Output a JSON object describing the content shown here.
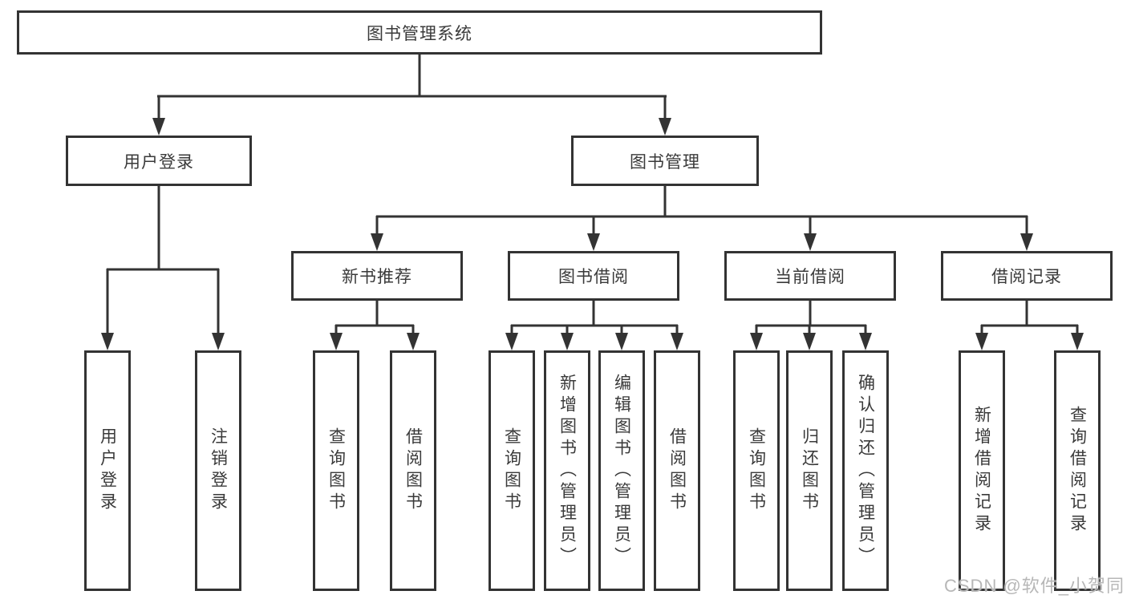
{
  "tree": {
    "label": "图书管理系统",
    "children": [
      {
        "label": "用户登录",
        "children": [
          {
            "label": "用户登录"
          },
          {
            "label": "注销登录"
          }
        ]
      },
      {
        "label": "图书管理",
        "children": [
          {
            "label": "新书推荐",
            "children": [
              {
                "label": "查询图书"
              },
              {
                "label": "借阅图书"
              }
            ]
          },
          {
            "label": "图书借阅",
            "children": [
              {
                "label": "查询图书"
              },
              {
                "label": "新增图书（管理员）"
              },
              {
                "label": "编辑图书（管理员）"
              },
              {
                "label": "借阅图书"
              }
            ]
          },
          {
            "label": "当前借阅",
            "children": [
              {
                "label": "查询图书"
              },
              {
                "label": "归还图书"
              },
              {
                "label": "确认归还（管理员）"
              }
            ]
          },
          {
            "label": "借阅记录",
            "children": [
              {
                "label": "新增借阅记录"
              },
              {
                "label": "查询借阅记录"
              }
            ]
          }
        ]
      }
    ]
  },
  "watermark": "CSDN @软件_小贺同学",
  "colors": {
    "line": "#333333",
    "text": "#3a3a3a",
    "background": "#ffffff",
    "watermark": "#b7b7b7"
  }
}
